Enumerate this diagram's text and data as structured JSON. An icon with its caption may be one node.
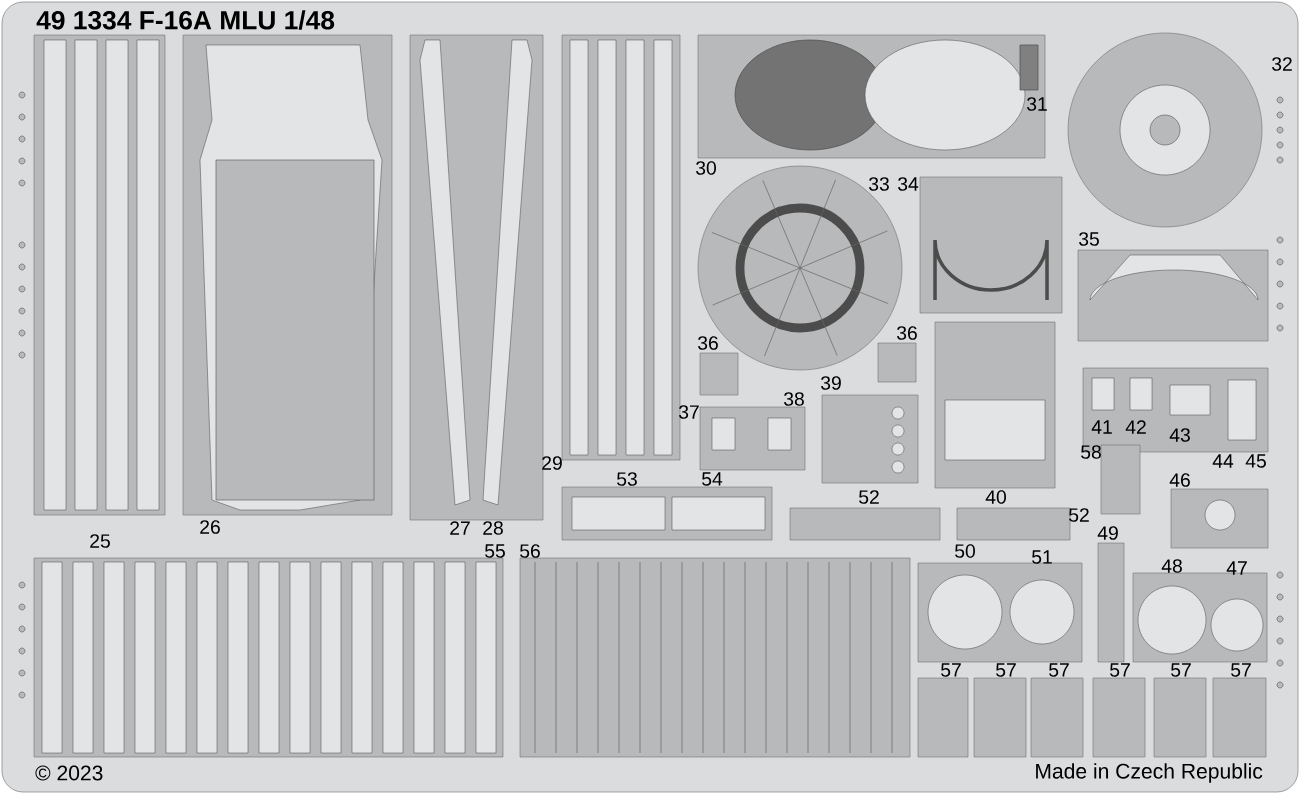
{
  "diagram": {
    "title": "49 1334 F-16A MLU 1/48",
    "labels": [
      "31",
      "30",
      "32",
      "33",
      "34",
      "35",
      "36",
      "36",
      "39",
      "37",
      "38",
      "41",
      "42",
      "43",
      "44",
      "45",
      "58",
      "29",
      "53",
      "54",
      "46",
      "52",
      "40",
      "52",
      "26",
      "27",
      "28",
      "25",
      "55",
      "56",
      "49",
      "50",
      "51",
      "48",
      "47",
      "57",
      "57",
      "57",
      "57",
      "57",
      "57",
      "© 2023",
      "Made in Czech Republic"
    ]
  }
}
